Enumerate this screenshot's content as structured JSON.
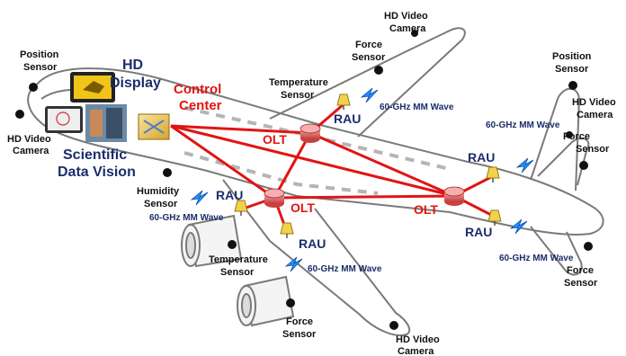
{
  "labels": {
    "hd_display_1": "HD",
    "hd_display_2": "Display",
    "control_center_1": "Control",
    "control_center_2": "Center",
    "scientific_1": "Scientific",
    "scientific_2": "Data Vision",
    "olt": "OLT",
    "rau": "RAU",
    "mm_wave": "60-GHz MM Wave",
    "position_1": "Position",
    "sensor": "Sensor",
    "hd_video_1": "HD Video",
    "camera": "Camera",
    "force": "Force",
    "temperature": "Temperature",
    "humidity": "Humidity"
  },
  "colors": {
    "fiber": "#e11414",
    "wireless": "#1e90ff",
    "rau": "#f2d24b",
    "airframe": "#7a7a7a"
  }
}
